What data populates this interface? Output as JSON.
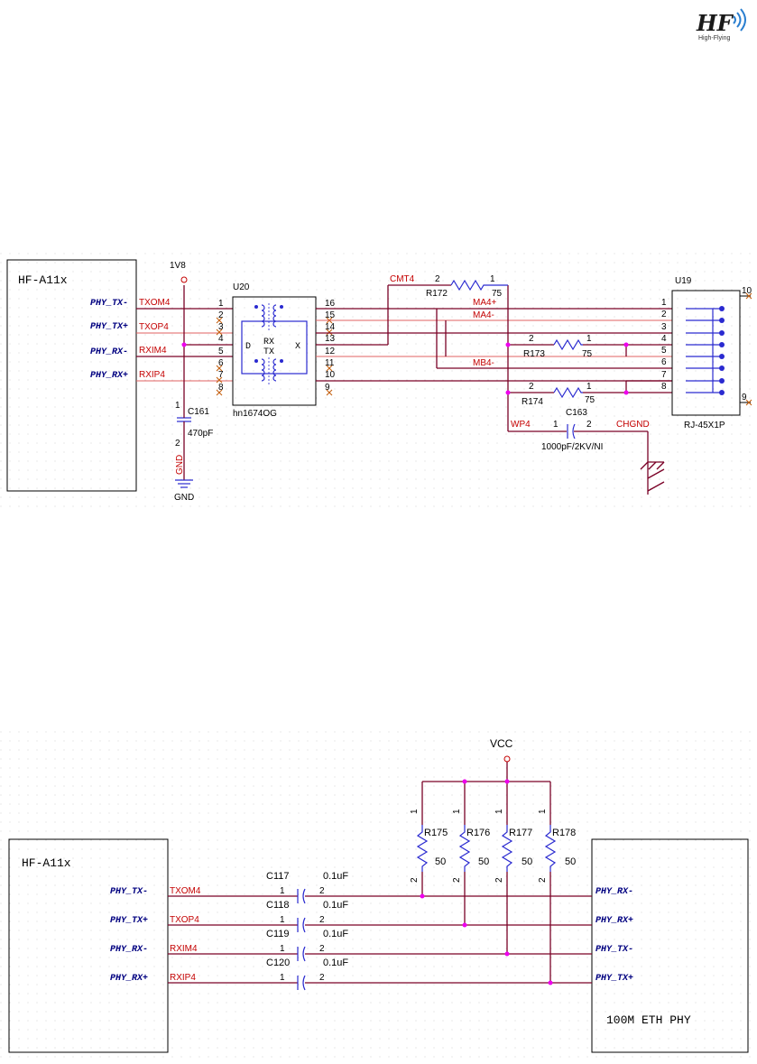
{
  "logo": {
    "text": "HF",
    "subtext": "High-Flying"
  },
  "schematic_top": {
    "module_label": "HF-A11x",
    "ports": [
      "PHY_TX-",
      "PHY_TX+",
      "PHY_RX-",
      "PHY_RX+"
    ],
    "nets_left": [
      "TXOM4",
      "TXOP4",
      "RXIM4",
      "RXIP4"
    ],
    "power_label": "1V8",
    "transformer": {
      "ref": "U20",
      "part": "hn1674OG",
      "inner_labels": [
        "RX",
        "TX",
        "D",
        "X"
      ],
      "pins_left": [
        "1",
        "2",
        "3",
        "4",
        "5",
        "6",
        "7",
        "8"
      ],
      "pins_right": [
        "16",
        "15",
        "14",
        "13",
        "12",
        "11",
        "10",
        "9"
      ]
    },
    "cap_c161": {
      "ref": "C161",
      "value": "470pF",
      "pin1": "1",
      "pin2": "2",
      "net": "GND",
      "ground": "GND"
    },
    "r172": {
      "ref": "R172",
      "value": "75",
      "pin_a": "2",
      "pin_b": "1",
      "net": "CMT4"
    },
    "r173": {
      "ref": "R173",
      "value": "75",
      "pin_a": "2",
      "pin_b": "1"
    },
    "r174": {
      "ref": "R174",
      "value": "75",
      "pin_a": "2",
      "pin_b": "1"
    },
    "c163": {
      "ref": "C163",
      "value": "1000pF/2KV/NI",
      "pin_a": "1",
      "pin_b": "2",
      "net_left": "WP4",
      "net_right": "CHGND"
    },
    "nets_mid": [
      "MA4+",
      "MA4-",
      "MB4-"
    ],
    "connector": {
      "ref": "U19",
      "part": "RJ-45X1P",
      "pins": [
        "1",
        "2",
        "3",
        "4",
        "5",
        "6",
        "7",
        "8"
      ],
      "pin_shield_top": "10",
      "pin_shield_bottom": "9"
    }
  },
  "schematic_bottom": {
    "module_label": "HF-A11x",
    "phy_label": "100M ETH PHY",
    "ports_left": [
      "PHY_TX-",
      "PHY_TX+",
      "PHY_RX-",
      "PHY_RX+"
    ],
    "nets": [
      "TXOM4",
      "TXOP4",
      "RXIM4",
      "RXIP4"
    ],
    "ports_right": [
      "PHY_RX-",
      "PHY_RX+",
      "PHY_TX-",
      "PHY_TX+"
    ],
    "caps": [
      {
        "ref": "C117",
        "value": "0.1uF",
        "pin1": "1",
        "pin2": "2"
      },
      {
        "ref": "C118",
        "value": "0.1uF",
        "pin1": "1",
        "pin2": "2"
      },
      {
        "ref": "C119",
        "value": "0.1uF",
        "pin1": "1",
        "pin2": "2"
      },
      {
        "ref": "C120",
        "value": "0.1uF",
        "pin1": "1",
        "pin2": "2"
      }
    ],
    "resistors": [
      {
        "ref": "R175",
        "value": "50",
        "pin1": "1",
        "pin2": "2"
      },
      {
        "ref": "R176",
        "value": "50",
        "pin1": "1",
        "pin2": "2"
      },
      {
        "ref": "R177",
        "value": "50",
        "pin1": "1",
        "pin2": "2"
      },
      {
        "ref": "R178",
        "value": "50",
        "pin1": "1",
        "pin2": "2"
      }
    ],
    "power_label": "VCC"
  },
  "colors": {
    "wire": "#7a0026",
    "net_label": "#c40000",
    "port_text": "#000080",
    "component": "#2a2ad0",
    "junction": "#ee00ee",
    "no_connect": "#c46010"
  }
}
